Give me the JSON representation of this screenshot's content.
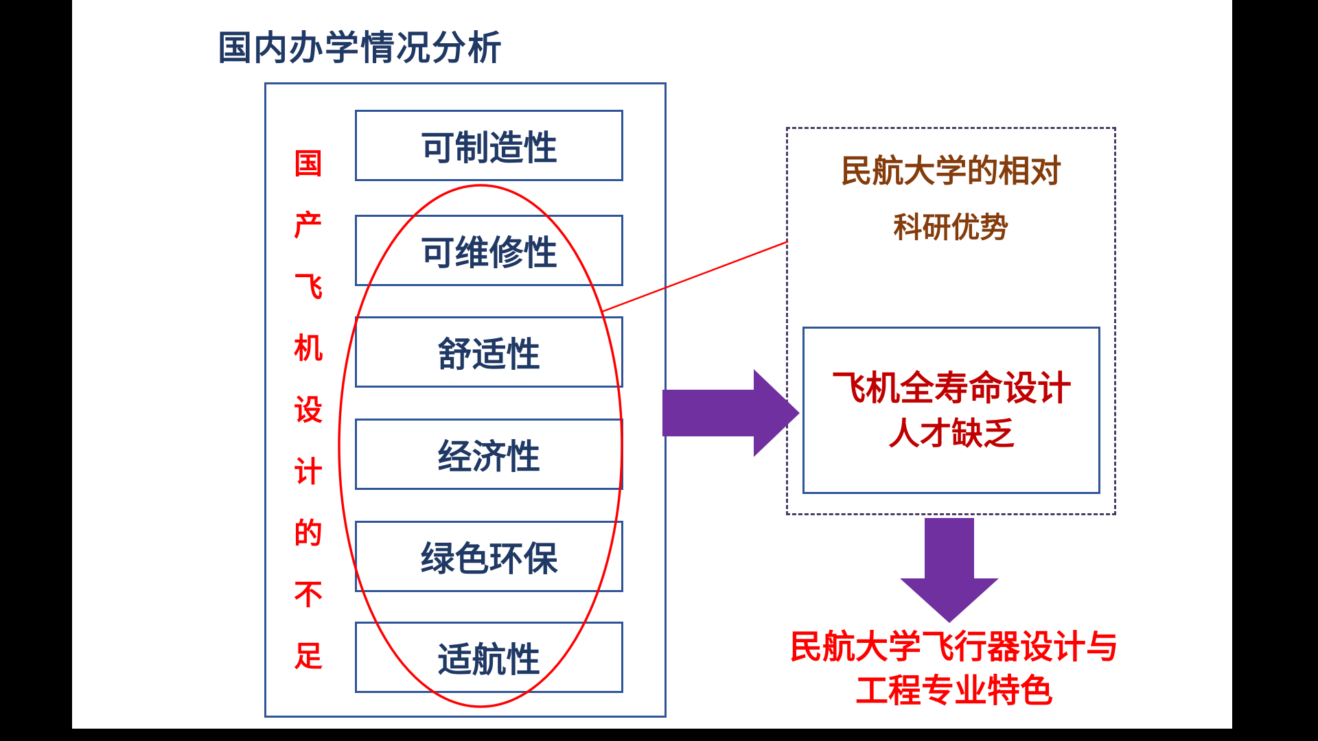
{
  "title": "国内办学情况分析",
  "left_panel": {
    "vertical_label": "国产飞机设计的不足",
    "vertical_chars": [
      "国",
      "产",
      "飞",
      "机",
      "设",
      "计",
      "的",
      "不",
      "足"
    ],
    "items": [
      "可制造性",
      "可维修性",
      "舒适性",
      "经济性",
      "绿色环保",
      "适航性"
    ]
  },
  "right_panel": {
    "advantage_line1": "民航大学的相对",
    "advantage_line2": "科研优势",
    "shortage_line1": "飞机全寿命设计",
    "shortage_line2": "人才缺乏"
  },
  "bottom_text": {
    "line1": "民航大学飞行器设计与",
    "line2": "工程专业特色"
  },
  "colors": {
    "title_navy": "#1F3864",
    "box_border_blue": "#2F5597",
    "item_text_navy": "#1F3864",
    "highlight_red": "#FF0000",
    "arrow_purple": "#7030A0",
    "dashed_border_purple": "#4A3B63",
    "advantage_brown": "#843C0C",
    "shortage_dark_red": "#C00000"
  }
}
